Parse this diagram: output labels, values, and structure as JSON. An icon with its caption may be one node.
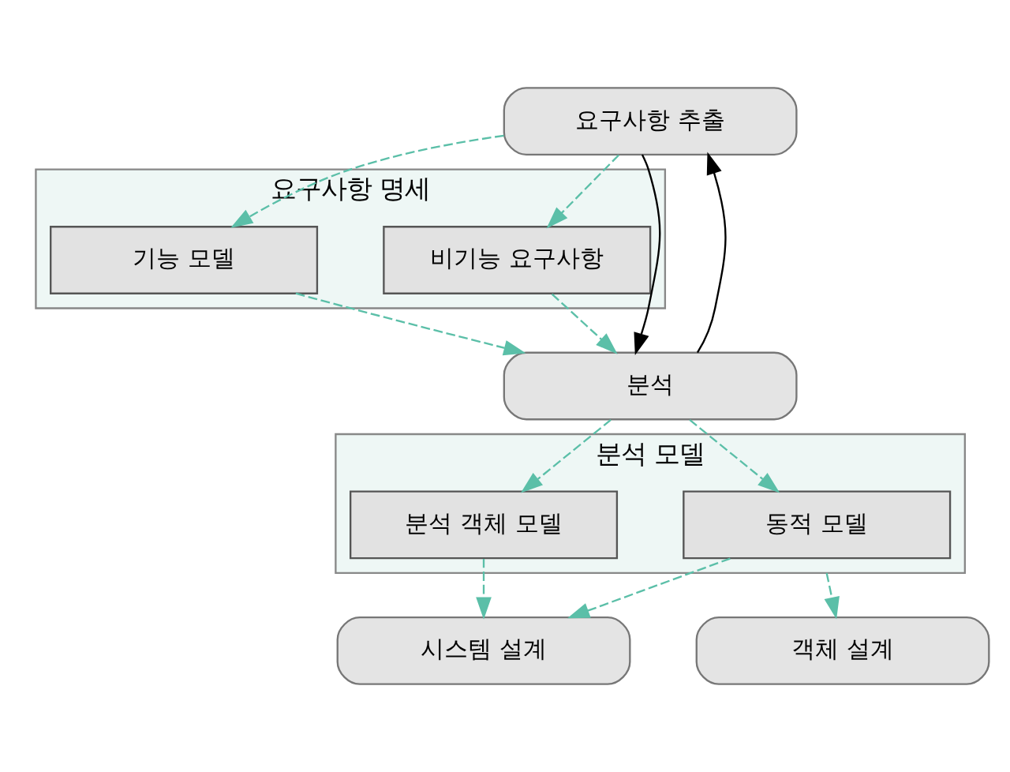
{
  "diagram": {
    "nodes": [
      {
        "text": [
          "요구사항 추출"
        ]
      },
      {
        "text": [
          "요구사항 명세"
        ]
      },
      {
        "text": [
          "비기능 요구사항"
        ],
        "in": 1
      },
      {
        "text": [
          "기능 모델"
        ],
        "in": 1
      },
      {
        "text": [
          "분석"
        ]
      },
      {
        "text": [
          "분석 모델"
        ]
      },
      {
        "text": [
          "동적 모델"
        ],
        "in": 5
      },
      {
        "text": [
          "분석 객체 모델"
        ],
        "in": 5
      },
      {
        "text": [
          "시스템 설계"
        ]
      },
      {
        "text": [
          "객체 설계"
        ]
      }
    ],
    "edges": [
      {
        "from": 4,
        "to": 0,
        "arrow": "to",
        "color": "#000000"
      },
      {
        "from": 0,
        "to": 4,
        "arrow": "to",
        "color": "#000000"
      },
      {
        "from": 0,
        "to": 2,
        "arrow": "to",
        "style": "dashed"
      },
      {
        "from": 0,
        "to": 3,
        "arrow": "to",
        "style": "dashed"
      },
      {
        "from": 2,
        "to": 4,
        "arrow": "to",
        "style": "dashed"
      },
      {
        "from": 3,
        "to": 4,
        "arrow": "to",
        "style": "dashed"
      },
      {
        "from": 4,
        "to": 6,
        "arrow": "to",
        "style": "dashed"
      },
      {
        "from": 4,
        "to": 7,
        "arrow": "to",
        "style": "dashed"
      },
      {
        "from": 6,
        "to": 8,
        "arrow": "to",
        "style": "dashed"
      },
      {
        "from": 7,
        "to": 8,
        "arrow": "to",
        "style": "dashed"
      },
      {
        "from": 5,
        "to": 9,
        "arrow": "to",
        "style": "dashed"
      }
    ]
  }
}
